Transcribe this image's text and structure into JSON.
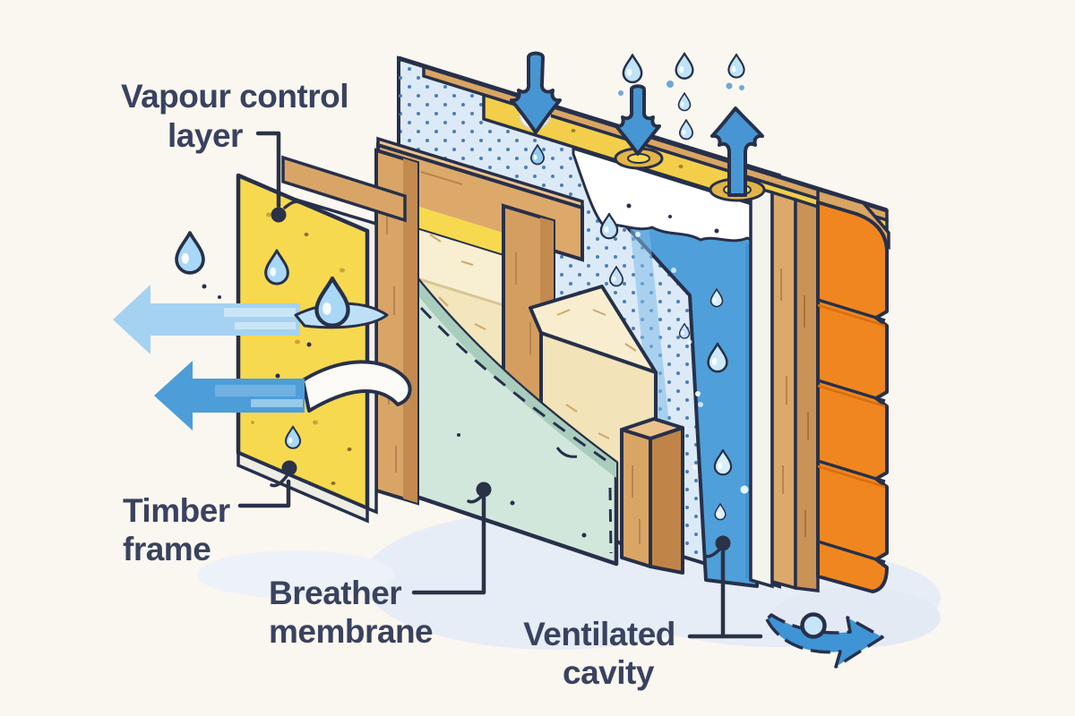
{
  "labels": {
    "vapour_control": {
      "line1": "Vapour control",
      "line2": "layer"
    },
    "timber_frame": {
      "line1": "Timber",
      "line2": "frame"
    },
    "breather_membrane": {
      "line1": "Breather",
      "line2": "membrane"
    },
    "ventilated_cavity": {
      "line1": "Ventilated",
      "line2": "cavity"
    }
  },
  "colors": {
    "background": "#FAF7F0",
    "outline": "#27304A",
    "label_text": "#39425F",
    "vapour_layer_yellow": "#F6D94F",
    "top_band_yellow": "#F2CE4B",
    "timber": "#D9A567",
    "timber_dark": "#C28A4F",
    "insulation_cream": "#F3E5BC",
    "breather_membrane_mint": "#D2E7DB",
    "dotted_membrane_blue": "#DCEAF8",
    "membrane_dots": "#4B7EB3",
    "cavity_water_blue": "#4F9FDA",
    "cladding_orange": "#F0861F",
    "arrow_blue": "#4796D3",
    "arrow_light_blue": "#A5D2F0",
    "droplet_blue": "#A8D8F5",
    "snow_white": "#FFFFFF",
    "floor_shadow": "#E5ECF5"
  },
  "icons": {
    "rain_arrow_down_icon": "⬇",
    "vent_arrow_up_icon": "⬆",
    "vapour_arrow_left_icon": "⬅",
    "airflow_curve_arrow_icon": "➘",
    "water_droplet_icon": "💧"
  }
}
